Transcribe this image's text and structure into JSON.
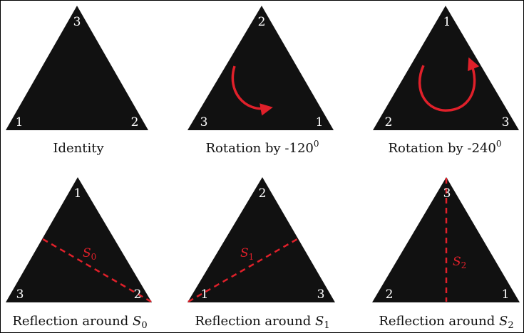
{
  "colors": {
    "triangle": "#111111",
    "accent": "#e0202a",
    "vertex_text": "#ffffff",
    "caption_text": "#111111"
  },
  "panels": [
    {
      "id": "identity",
      "vertices": {
        "top": "3",
        "left": "1",
        "right": "2"
      },
      "caption": {
        "text": "Identity"
      }
    },
    {
      "id": "rotation-120",
      "vertices": {
        "top": "2",
        "left": "3",
        "right": "1"
      },
      "caption": {
        "text": "Rotation by -120",
        "sup": "0"
      }
    },
    {
      "id": "rotation-240",
      "vertices": {
        "top": "1",
        "left": "2",
        "right": "3"
      },
      "caption": {
        "text": "Rotation by -240",
        "sup": "0"
      }
    },
    {
      "id": "reflection-s0",
      "vertices": {
        "top": "1",
        "left": "3",
        "right": "2"
      },
      "axis_label": {
        "base": "S",
        "sub": "0"
      },
      "caption": {
        "text": "Reflection around ",
        "var": "S",
        "sub": "0"
      }
    },
    {
      "id": "reflection-s1",
      "vertices": {
        "top": "2",
        "left": "1",
        "right": "3"
      },
      "axis_label": {
        "base": "S",
        "sub": "1"
      },
      "caption": {
        "text": "Reflection around ",
        "var": "S",
        "sub": "1"
      }
    },
    {
      "id": "reflection-s2",
      "vertices": {
        "top": "3",
        "left": "2",
        "right": "1"
      },
      "axis_label": {
        "base": "S",
        "sub": "2"
      },
      "caption": {
        "text": "Reflection around ",
        "var": "S",
        "sub": "2"
      }
    }
  ]
}
